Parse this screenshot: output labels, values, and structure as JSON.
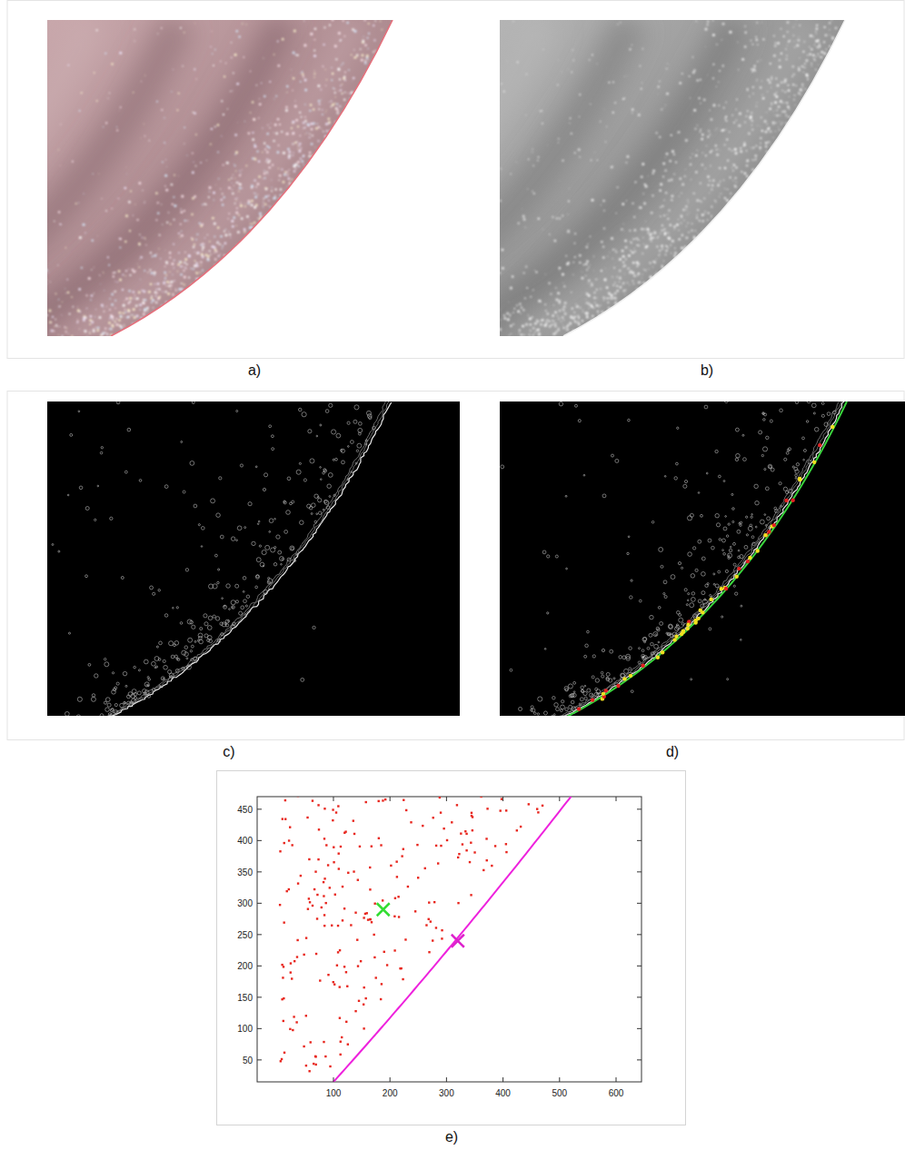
{
  "diagram": {
    "labels": [
      "a)",
      "b)",
      "c)",
      "d)",
      "e)",
      "50",
      "100",
      "150",
      "200",
      "250",
      "300",
      "350",
      "400",
      "450",
      "100",
      "200",
      "300",
      "400",
      "500",
      "600"
    ]
  }
}
